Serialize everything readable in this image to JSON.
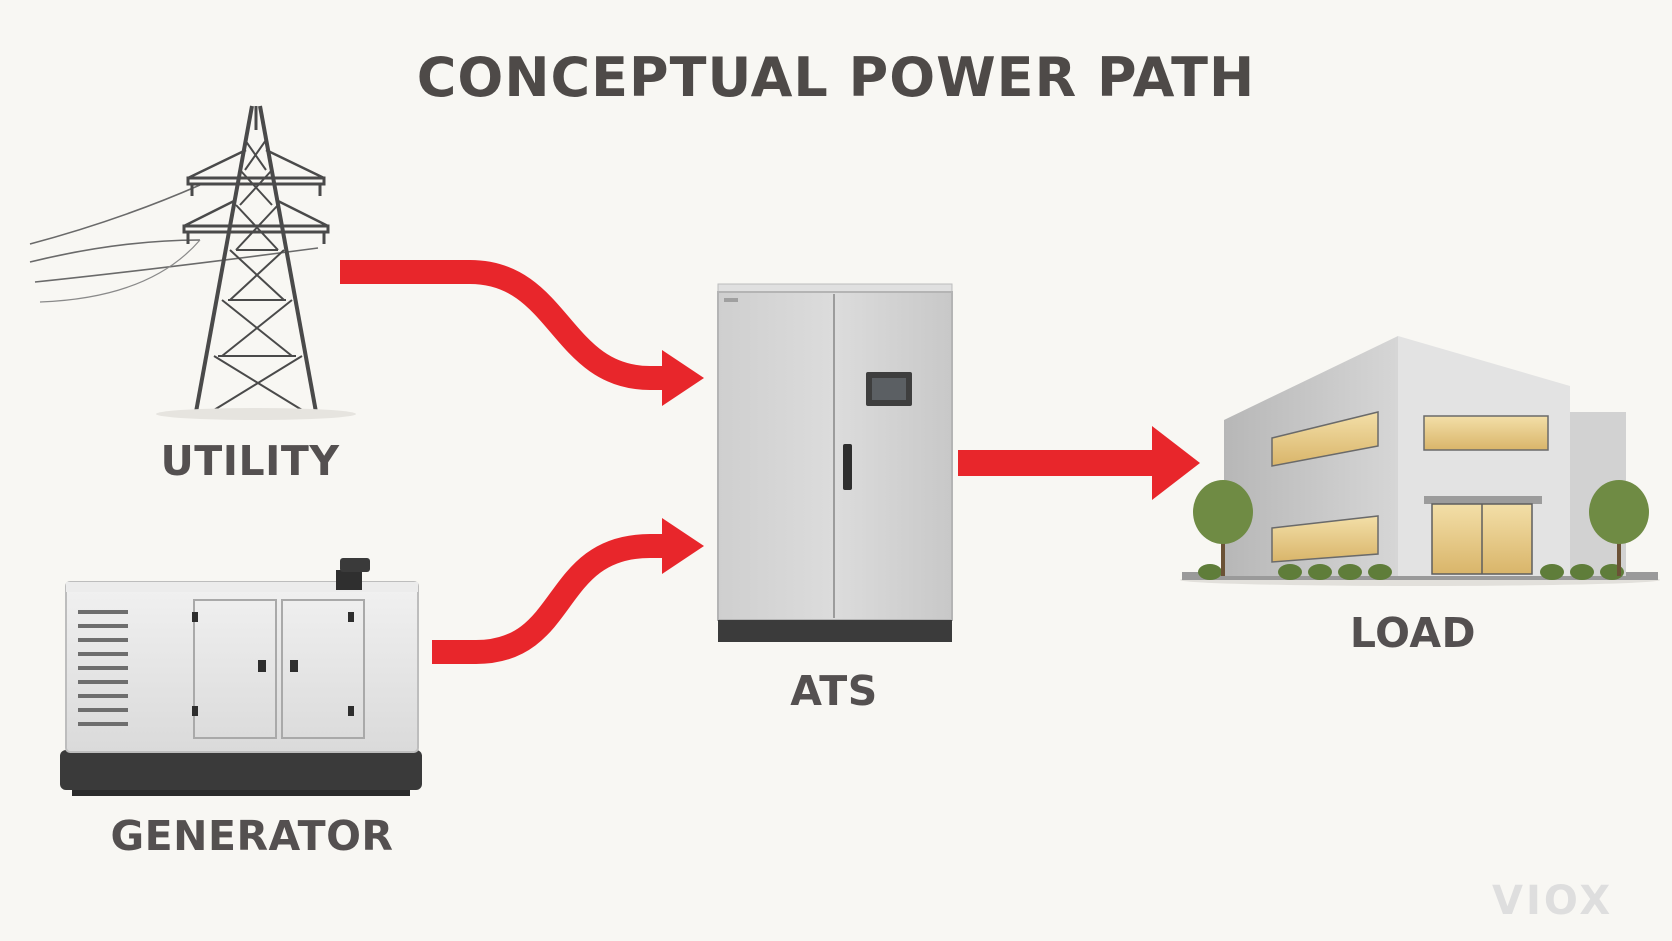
{
  "title": "CONCEPTUAL POWER PATH",
  "nodes": {
    "utility": {
      "label": "UTILITY",
      "icon": "transmission-tower-icon"
    },
    "generator": {
      "label": "GENERATOR",
      "icon": "generator-icon"
    },
    "ats": {
      "label": "ATS",
      "icon": "ats-cabinet-icon"
    },
    "load": {
      "label": "LOAD",
      "icon": "building-icon"
    }
  },
  "edges": [
    {
      "from": "utility",
      "to": "ats"
    },
    {
      "from": "generator",
      "to": "ats"
    },
    {
      "from": "ats",
      "to": "load"
    }
  ],
  "colors": {
    "arrow": "#e8262b",
    "label": "#545050",
    "background": "#f8f7f3"
  },
  "logo": "VIOX"
}
